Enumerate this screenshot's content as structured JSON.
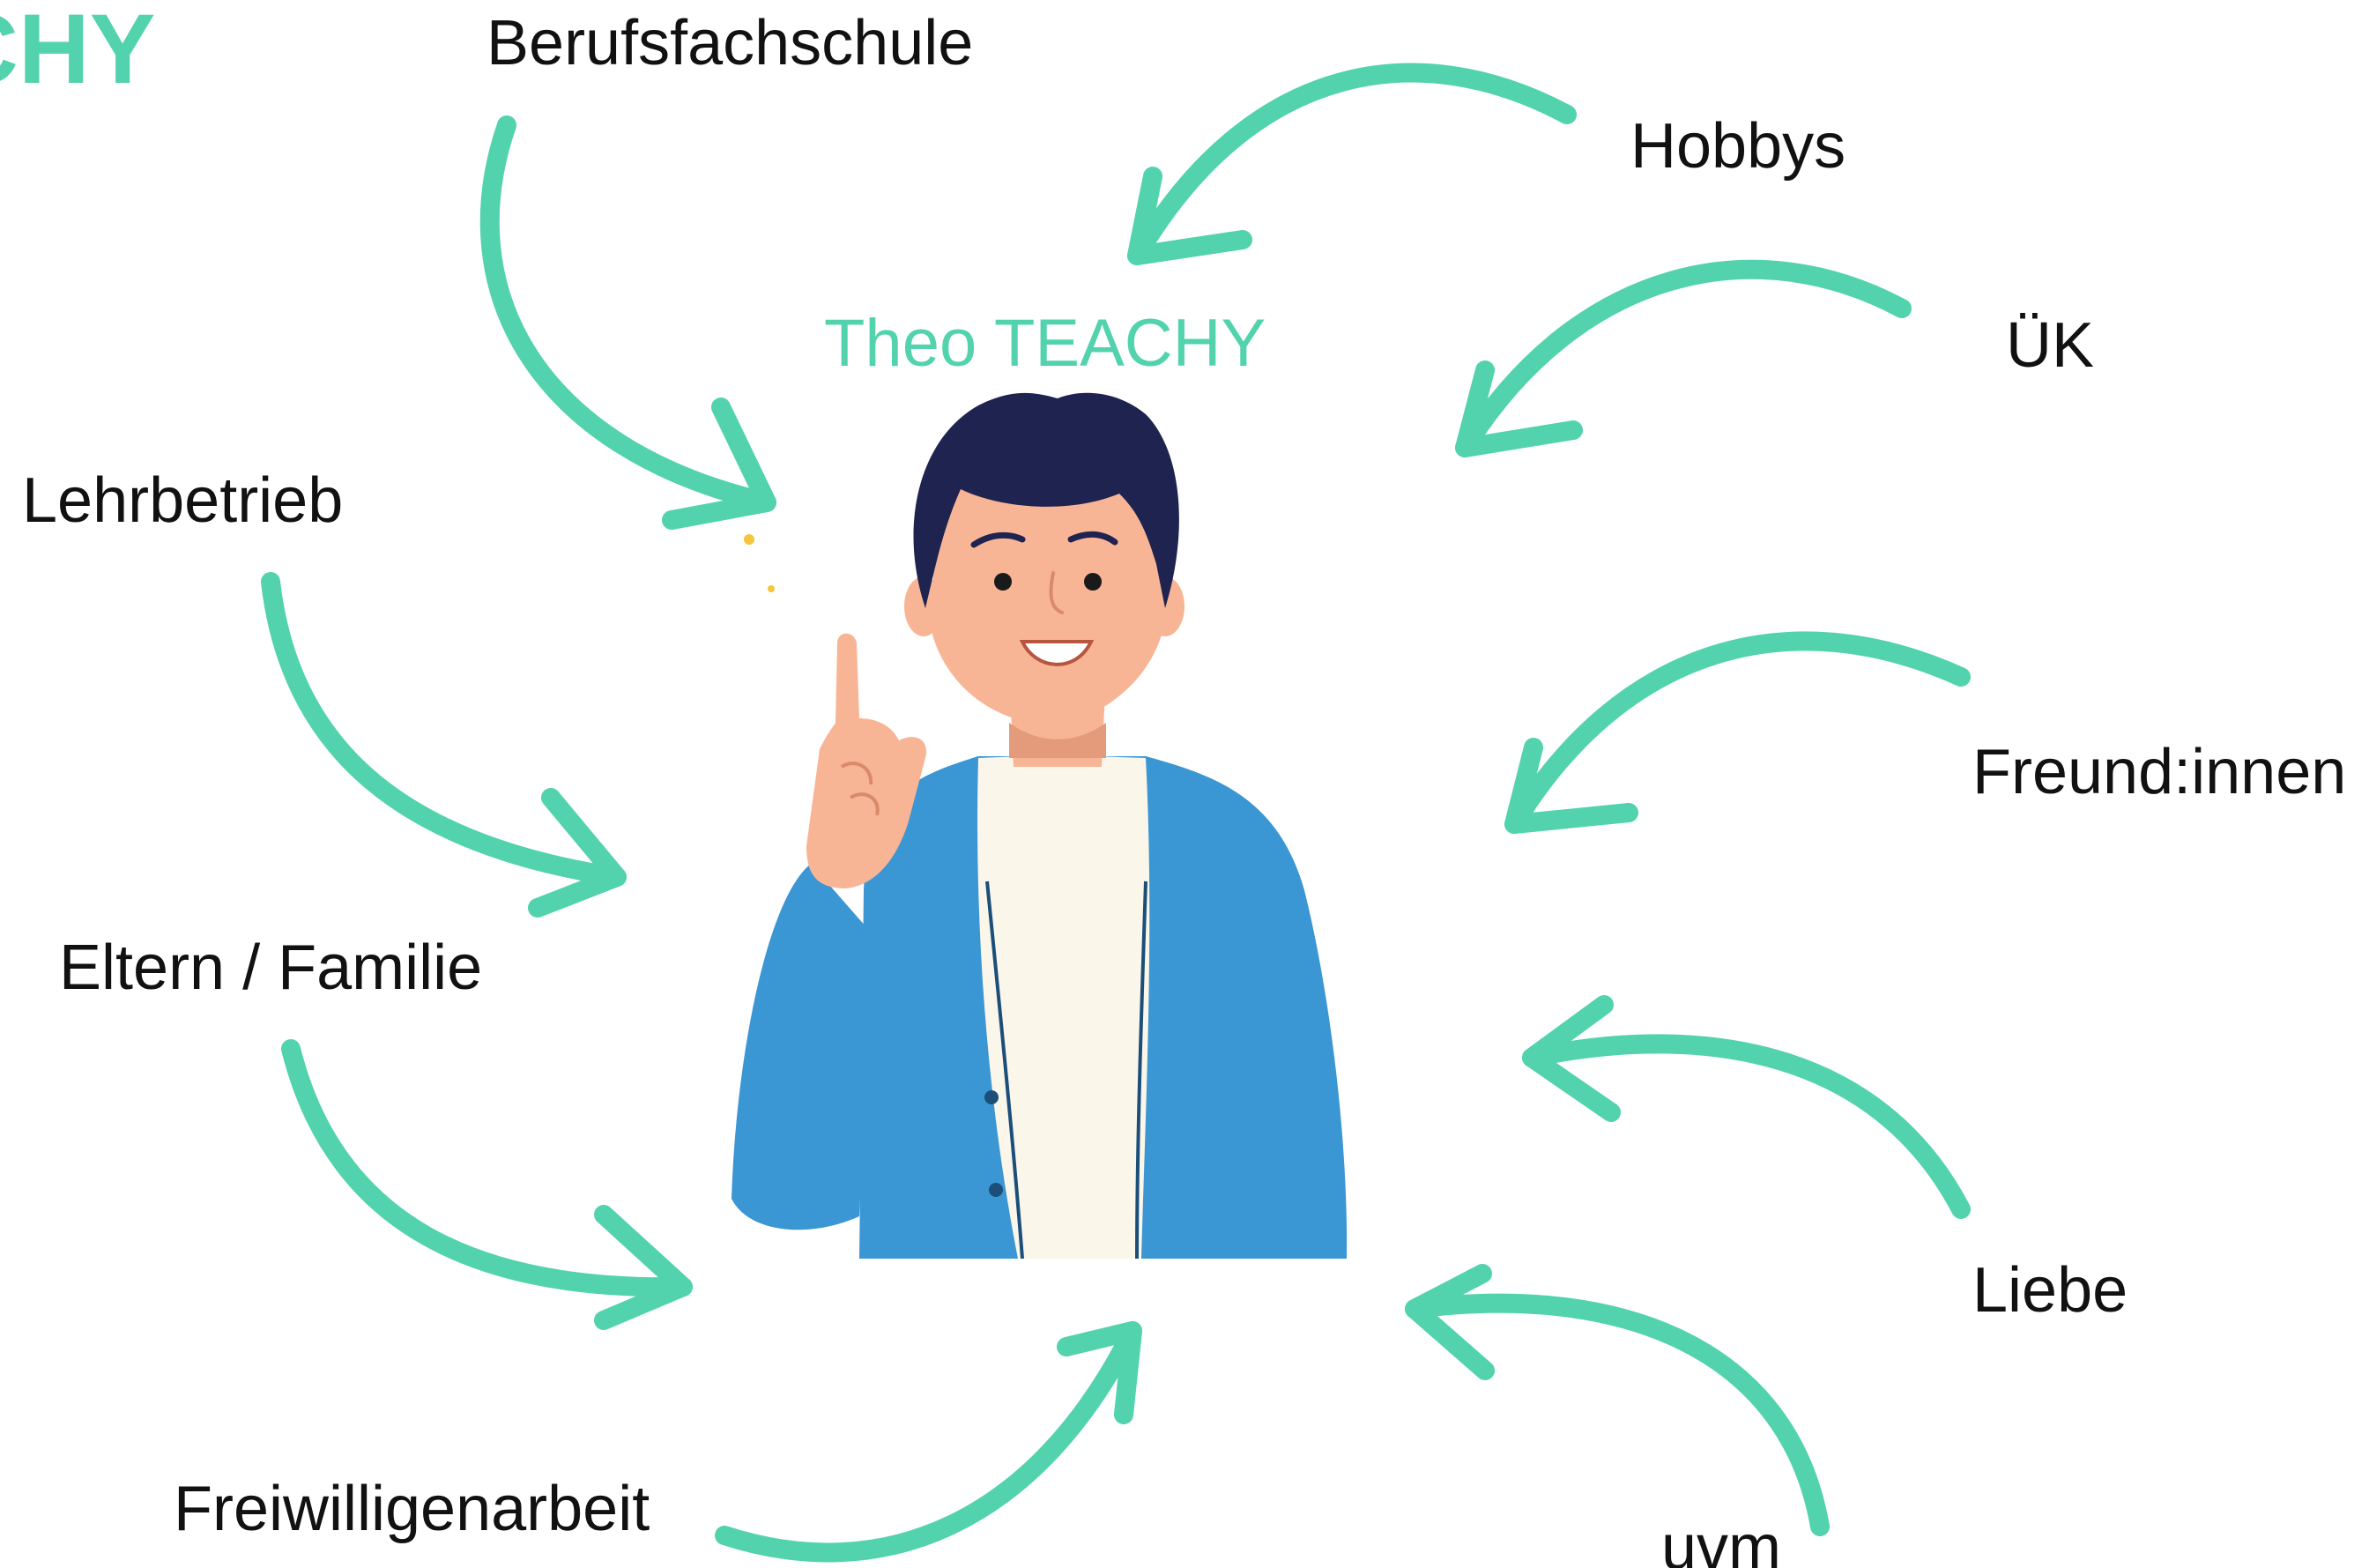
{
  "brand_fragment": "CHY",
  "center": {
    "title": "Theo TEACHY"
  },
  "influences": [
    "Berufsfachschule",
    "Hobbys",
    "ÜK",
    "Lehrbetrieb",
    "Freund:innen",
    "Eltern / Familie",
    "Liebe",
    "Freiwilligenarbeit",
    "uvm"
  ],
  "colors": {
    "accent": "#52d3ad",
    "text": "#111111",
    "jacket": "#3b96d4",
    "shirt": "#fbf6ea",
    "skin": "#f8b595",
    "hair": "#1f2350"
  },
  "icons": {
    "arrow": "curved-arrow-icon",
    "person": "person-pointing-up-illustration"
  }
}
